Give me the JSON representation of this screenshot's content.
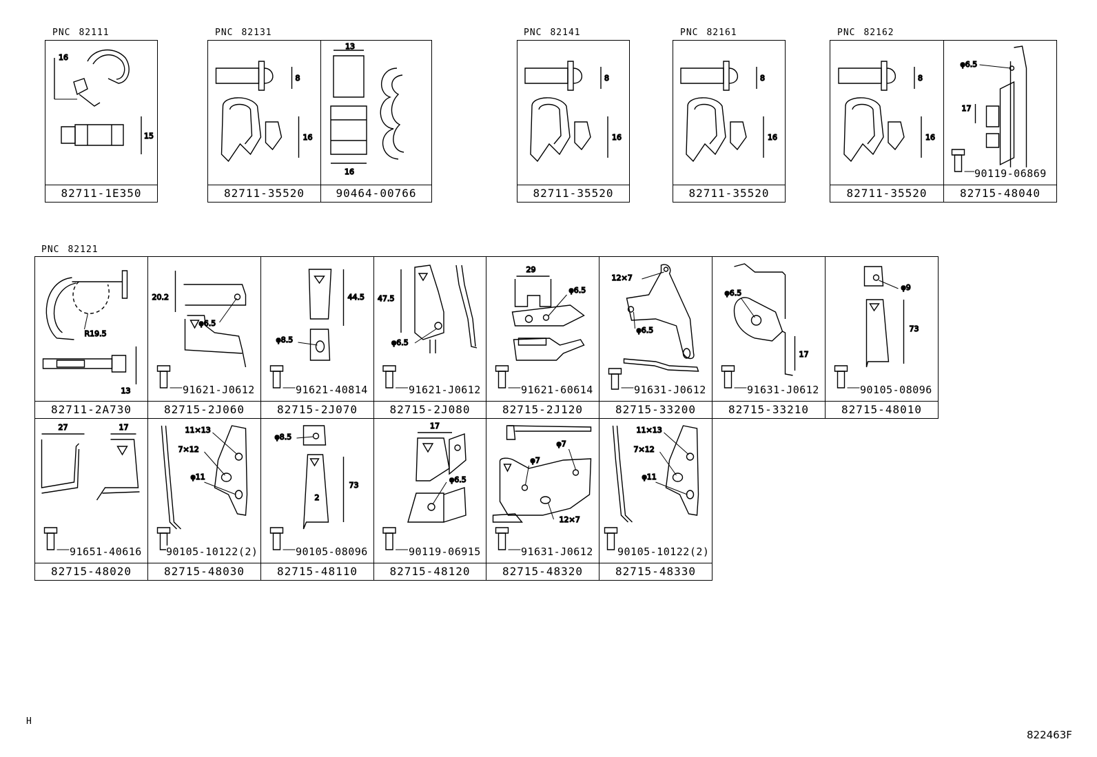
{
  "row1": {
    "g82111": {
      "pnc_label": "PNC",
      "pnc": "82111",
      "parts": [
        "82711-1E350"
      ],
      "dims": [
        "16",
        "15"
      ]
    },
    "g82131": {
      "pnc_label": "PNC",
      "pnc": "82131",
      "parts": [
        "82711-35520",
        "90464-00766"
      ],
      "dims": [
        "8",
        "16",
        "13",
        "16"
      ]
    },
    "g82141": {
      "pnc_label": "PNC",
      "pnc": "82141",
      "parts": [
        "82711-35520"
      ],
      "dims": [
        "8",
        "16"
      ]
    },
    "g82161": {
      "pnc_label": "PNC",
      "pnc": "82161",
      "parts": [
        "82711-35520"
      ],
      "dims": [
        "8",
        "16"
      ]
    },
    "g82162": {
      "pnc_label": "PNC",
      "pnc": "82162",
      "parts": [
        "82711-35520",
        "82715-48040"
      ],
      "dims": [
        "8",
        "16",
        "φ6.5",
        "17"
      ],
      "bolt": "90119-06869"
    }
  },
  "group2": {
    "pnc_label": "PNC",
    "pnc": "82121",
    "row_a": [
      {
        "part": "82711-2A730",
        "dims": [
          "R19.5",
          "13"
        ]
      },
      {
        "part": "82715-2J060",
        "bolt": "91621-J0612",
        "dims": [
          "20.2",
          "φ6.5"
        ]
      },
      {
        "part": "82715-2J070",
        "bolt": "91621-40814",
        "dims": [
          "44.5",
          "φ8.5"
        ]
      },
      {
        "part": "82715-2J080",
        "bolt": "91621-J0612",
        "dims": [
          "47.5",
          "φ6.5"
        ]
      },
      {
        "part": "82715-2J120",
        "bolt": "91621-60614",
        "dims": [
          "29",
          "φ6.5"
        ]
      },
      {
        "part": "82715-33200",
        "bolt": "91631-J0612",
        "dims": [
          "12×7",
          "φ6.5"
        ]
      },
      {
        "part": "82715-33210",
        "bolt": "91631-J0612",
        "dims": [
          "φ6.5",
          "17"
        ]
      },
      {
        "part": "82715-48010",
        "bolt": "90105-08096",
        "dims": [
          "φ9",
          "73"
        ]
      }
    ],
    "row_b": [
      {
        "part": "82715-48020",
        "bolt": "91651-40616",
        "dims": [
          "27",
          "17"
        ]
      },
      {
        "part": "82715-48030",
        "bolt": "90105-10122(2)",
        "dims": [
          "11×13",
          "7×12",
          "φ11"
        ]
      },
      {
        "part": "82715-48110",
        "bolt": "90105-08096",
        "dims": [
          "φ8.5",
          "73",
          "2"
        ]
      },
      {
        "part": "82715-48120",
        "bolt": "90119-06915",
        "dims": [
          "17",
          "φ6.5"
        ]
      },
      {
        "part": "82715-48320",
        "bolt": "91631-J0612",
        "dims": [
          "φ7",
          "φ7",
          "12×7"
        ]
      },
      {
        "part": "82715-48330",
        "bolt": "90105-10122(2)",
        "dims": [
          "11×13",
          "7×12",
          "φ11"
        ]
      }
    ]
  },
  "footer": {
    "left_mark": "H",
    "ref": "822463F"
  }
}
